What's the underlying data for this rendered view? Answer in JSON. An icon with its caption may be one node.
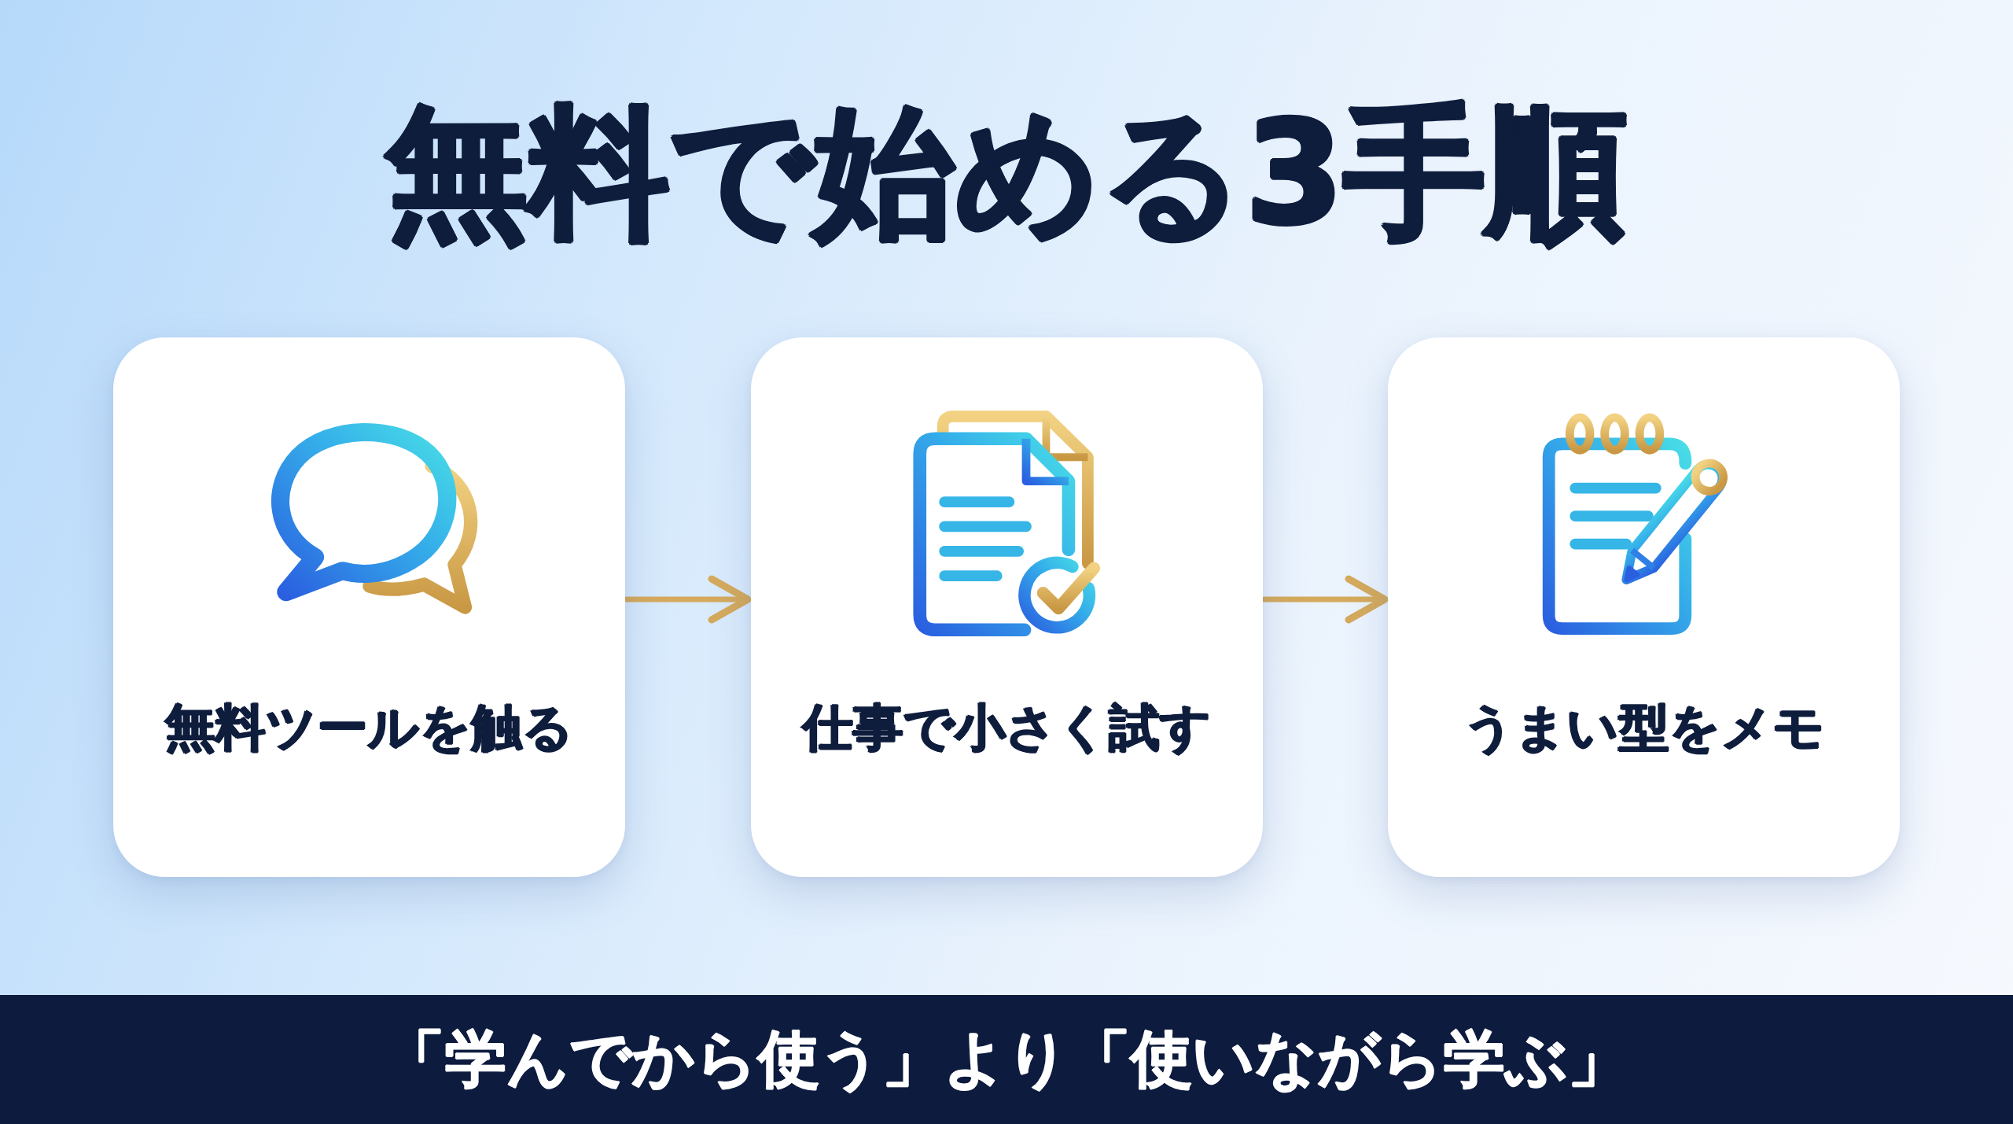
{
  "diagram": {
    "title": "無料で始める3手順",
    "nodes": [
      {
        "text": [
          "無料ツールを触る"
        ]
      },
      {
        "text": [
          "仕事で小さく試す"
        ]
      },
      {
        "text": [
          "うまい型をメモ"
        ]
      }
    ],
    "edges": [
      {
        "from": 0,
        "to": 1,
        "arrow": "to"
      },
      {
        "from": 1,
        "to": 2,
        "arrow": "to"
      }
    ],
    "caption": "「学んでから使う」より「使いながら学ぶ」"
  }
}
